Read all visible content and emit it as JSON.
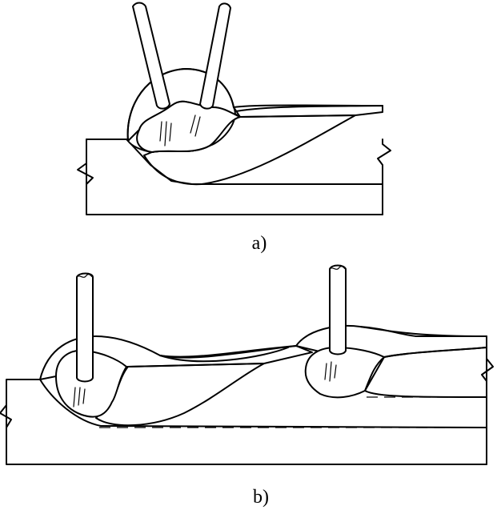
{
  "figure": {
    "captions": {
      "a": "a)",
      "b": "b)"
    },
    "panels": [
      {
        "id": "a",
        "electrodes": 2
      },
      {
        "id": "b",
        "electrodes": 2
      }
    ],
    "colors": {
      "line": "#000000",
      "background": "#ffffff"
    }
  }
}
